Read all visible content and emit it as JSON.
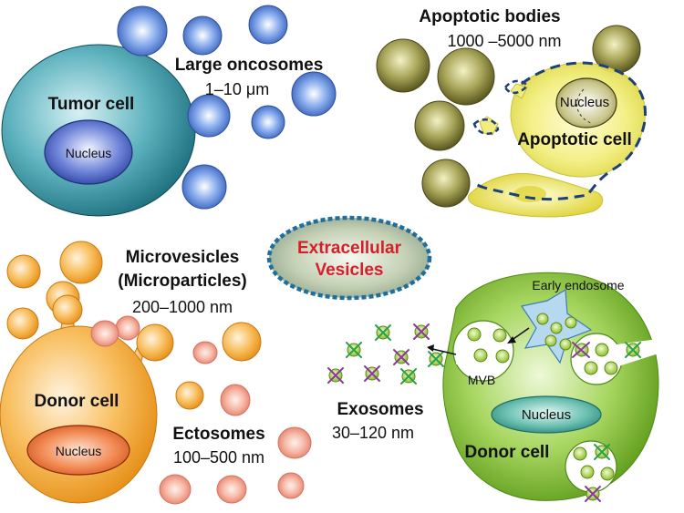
{
  "center": {
    "line1": "Extracellular",
    "line2": "Vesicles"
  },
  "tumor": {
    "cell_label": "Tumor cell",
    "nucleus_label": "Nucleus",
    "vesicle_label": "Large oncosomes",
    "vesicle_size": "1–10 μm"
  },
  "apoptotic": {
    "title": "Apoptotic bodies",
    "size": "1000 –5000 nm",
    "cell_label": "Apoptotic cell",
    "nucleus_label": "Nucleus"
  },
  "microvesicles": {
    "line1": "Microvesicles",
    "line2": "(Microparticles)",
    "size": "200–1000 nm",
    "cell_label": "Donor cell",
    "nucleus_label": "Nucleus",
    "ectosome_label": "Ectosomes",
    "ectosome_size": "100–500 nm"
  },
  "exosomes": {
    "early_endosome": "Early endosome",
    "mvb": "MVB",
    "label": "Exosomes",
    "size": "30–120 nm",
    "nucleus_label": "Nucleus",
    "cell_label": "Donor cell"
  },
  "colors": {
    "tumor": "#2a8a98",
    "tumor_vesicle": "#5a86d8",
    "apoptotic_body": "#8a8a3a",
    "apoptotic_cell": "#f0ec70",
    "dash_blue": "#1d3f7a",
    "donor_orange": "#f3a12a",
    "ectosome": "#f2a08e",
    "donor_green": "#8cc63f",
    "center_text": "#d5202a"
  }
}
